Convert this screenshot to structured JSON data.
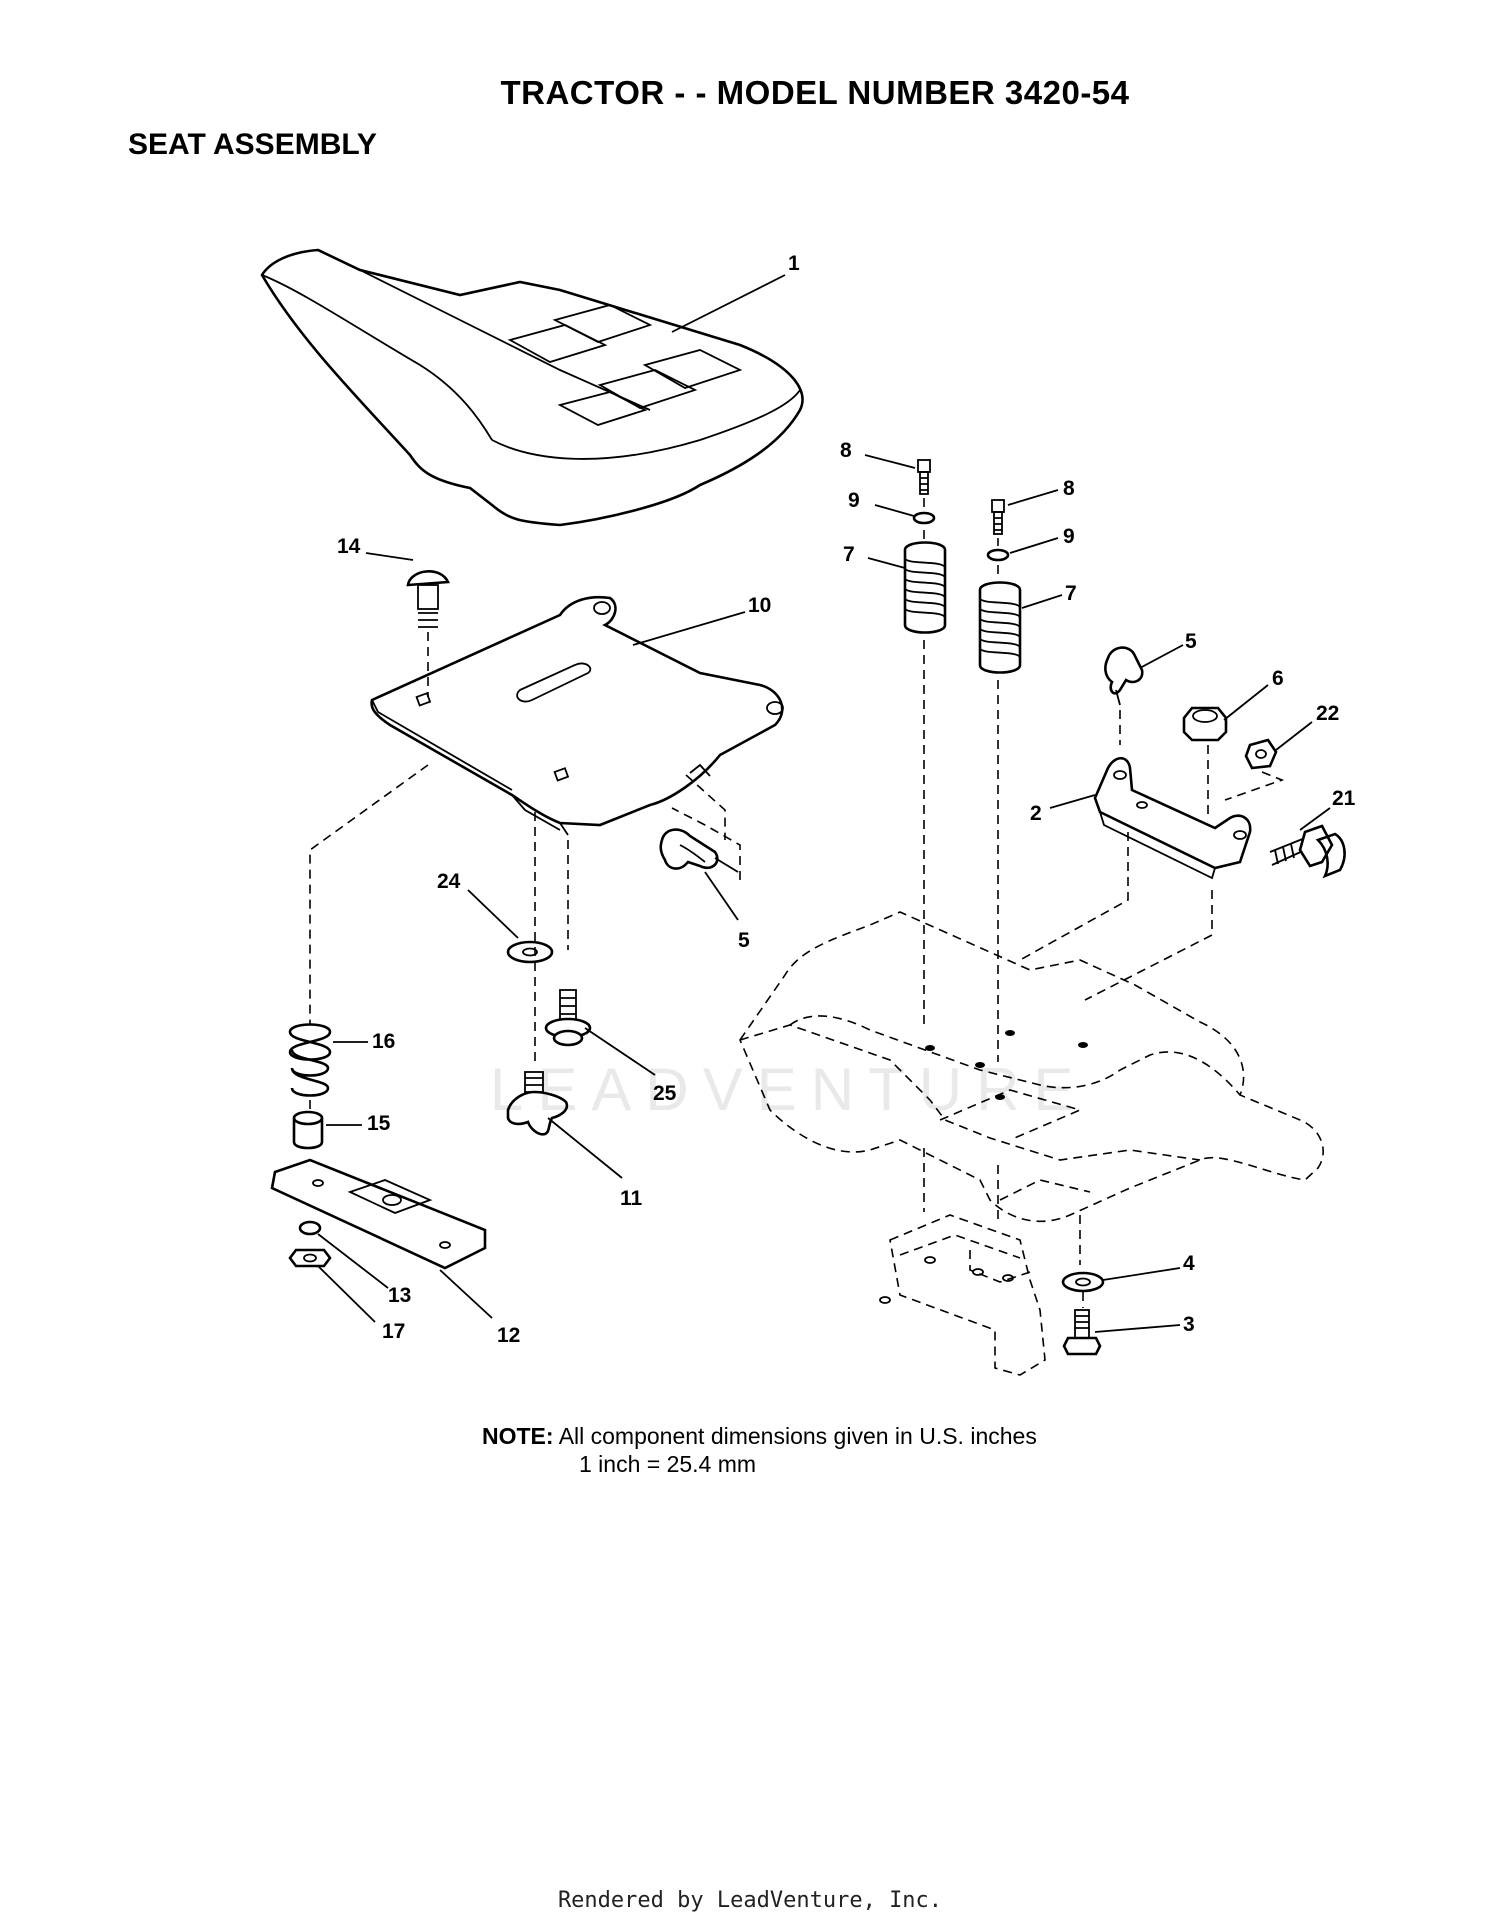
{
  "header": {
    "title": "TRACTOR - - MODEL NUMBER 3420-54",
    "subtitle": "SEAT ASSEMBLY"
  },
  "callouts": {
    "c1": "1",
    "c2": "2",
    "c3": "3",
    "c4": "4",
    "c5a": "5",
    "c5b": "5",
    "c6": "6",
    "c7a": "7",
    "c7b": "7",
    "c8a": "8",
    "c8b": "8",
    "c9a": "9",
    "c9b": "9",
    "c10": "10",
    "c11": "11",
    "c12": "12",
    "c13": "13",
    "c14": "14",
    "c15": "15",
    "c16": "16",
    "c17": "17",
    "c21": "21",
    "c22": "22",
    "c24": "24",
    "c25": "25"
  },
  "note": {
    "label": "NOTE:",
    "line1": "All component dimensions given in U.S. inches",
    "line2": "1 inch = 25.4 mm"
  },
  "watermark": "LEADVENTURE",
  "footer": "Rendered by LeadVenture, Inc."
}
